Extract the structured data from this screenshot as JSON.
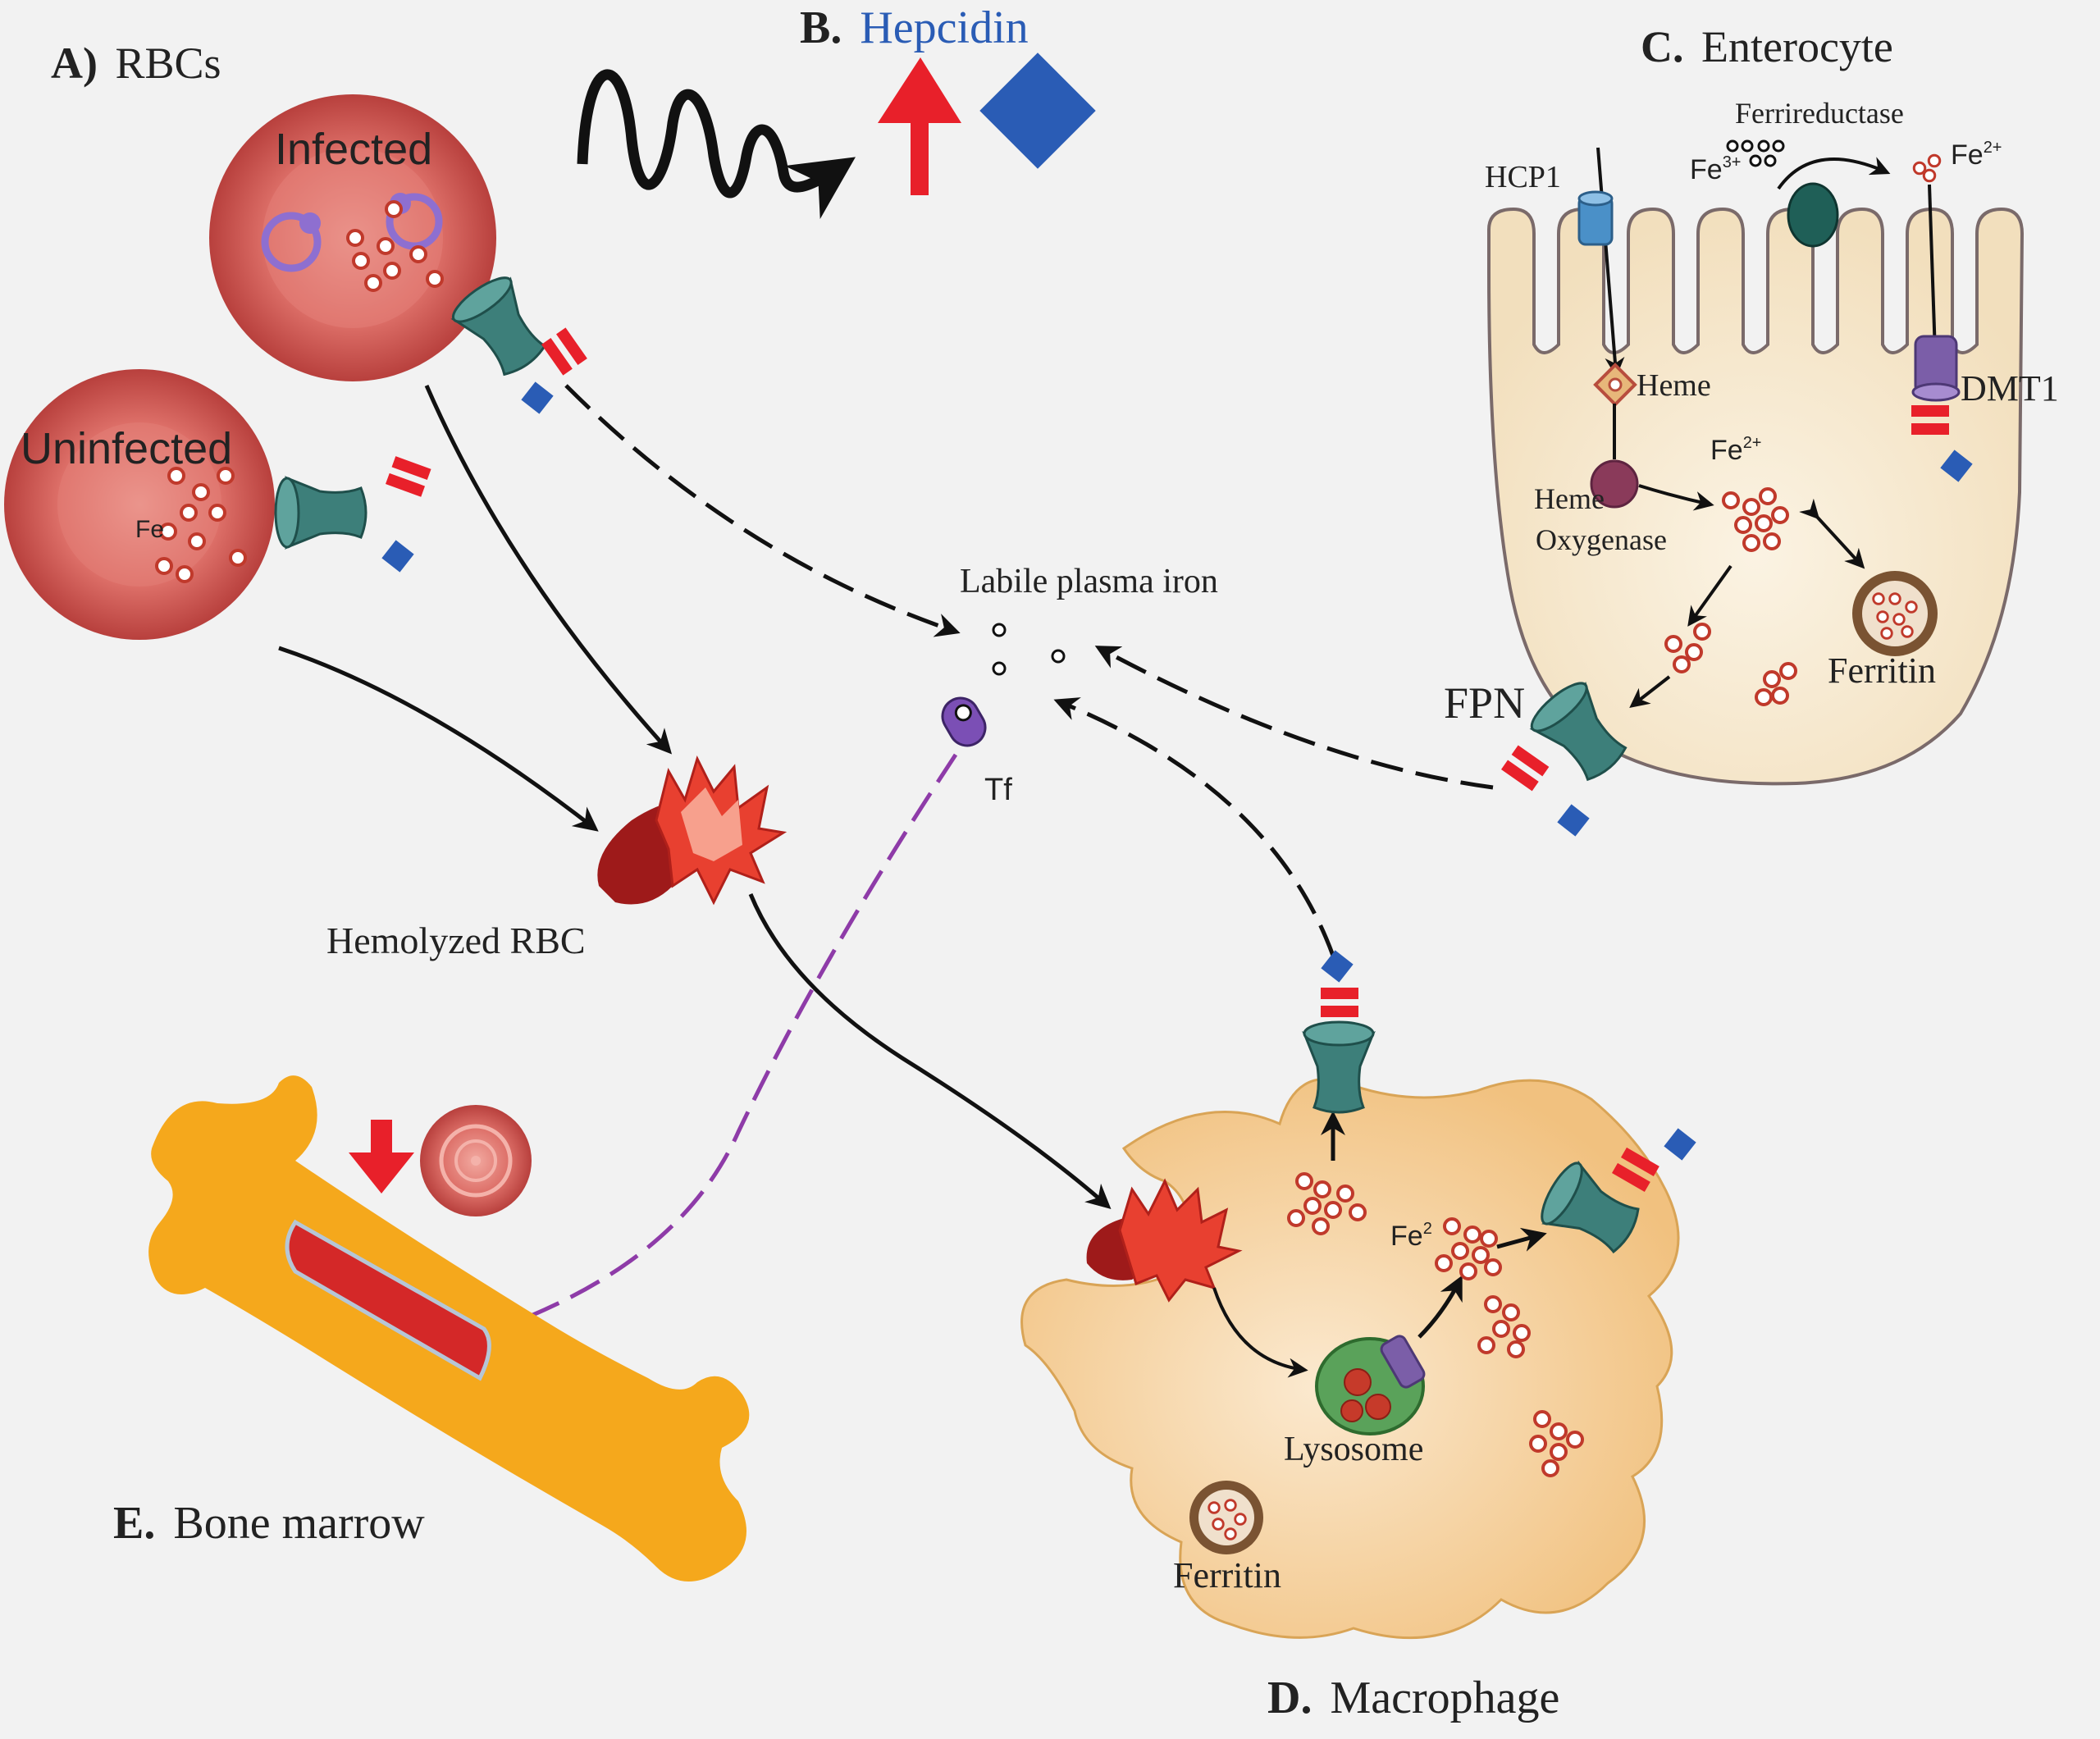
{
  "panels": {
    "a": {
      "letter": "A)",
      "title": "RBCs",
      "infected": "Infected",
      "uninfected": "Uninfected",
      "fe": "Fe"
    },
    "b": {
      "letter": "B.",
      "title": "Hepcidin"
    },
    "c": {
      "letter": "C.",
      "title": "Enterocyte",
      "hcp1": "HCP1",
      "ferrireductase": "Ferrireductase",
      "fe3": "Fe",
      "fe3_sup": "3+",
      "fe2": "Fe",
      "fe2_sup": "2+",
      "heme": "Heme",
      "dmt1": "DMT1",
      "heme_oxygenase_1": "Heme",
      "heme_oxygenase_2": "Oxygenase",
      "fe2_inner": "Fe",
      "fe2_inner_sup": "2+",
      "ferritin": "Ferritin",
      "fpn": "FPN"
    },
    "d": {
      "letter": "D.",
      "title": "Macrophage",
      "fe": "Fe",
      "fe_sup": "2",
      "lysosome": "Lysosome",
      "ferritin": "Ferritin"
    },
    "e": {
      "letter": "E.",
      "title": "Bone marrow"
    }
  },
  "labels": {
    "labile_plasma_iron": "Labile plasma iron",
    "tf": "Tf",
    "hemolyzed_rbc": "Hemolyzed RBC"
  },
  "colors": {
    "rbc": "#d9625e",
    "rbc_dark": "#a83232",
    "ferroportin": "#3d7f7a",
    "hepcidin": "#2a5cb5",
    "red_arrow": "#e8202a",
    "cell": "#f5e2be",
    "macrophage": "#f4c98a",
    "bone": "#f5a81c",
    "purple": "#8e3ba8",
    "heme_blue": "#4a90c8"
  }
}
